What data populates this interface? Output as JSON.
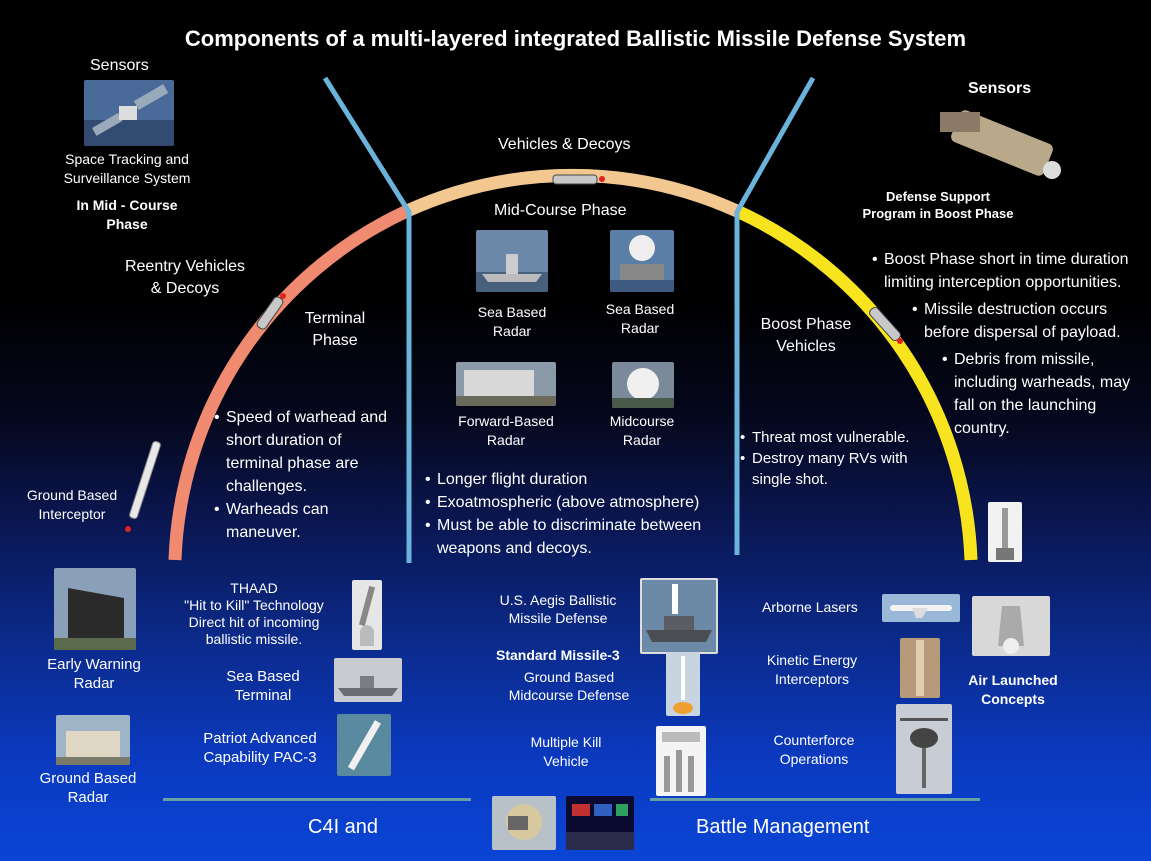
{
  "title": "Components of a multi-layered integrated Ballistic Missile Defense System",
  "sensors_left": {
    "heading": "Sensors",
    "line1": "Space Tracking and",
    "line2": "Surveillance System",
    "bold1": "In Mid - Course",
    "bold2": "Phase"
  },
  "sensors_right": {
    "heading": "Sensors",
    "line1": "Defense Support",
    "line2": "Program in Boost Phase"
  },
  "vehicles_decoys": "Vehicles & Decoys",
  "midcourse_phase": "Mid-Course Phase",
  "reentry": {
    "line1": "Reentry Vehicles",
    "line2": "& Decoys"
  },
  "terminal_phase": {
    "line1": "Terminal",
    "line2": "Phase"
  },
  "boost_phase": {
    "line1": "Boost Phase",
    "line2": "Vehicles"
  },
  "radars": {
    "sea1": {
      "line1": "Sea Based",
      "line2": "Radar"
    },
    "sea2": {
      "line1": "Sea Based",
      "line2": "Radar"
    },
    "forward": {
      "line1": "Forward-Based",
      "line2": "Radar"
    },
    "midcourse": {
      "line1": "Midcourse",
      "line2": "Radar"
    }
  },
  "terminal_bullets": {
    "b1l1": "Speed of warhead and",
    "b1l2": "short duration of",
    "b1l3": "terminal phase are",
    "b1l4": "challenges.",
    "b2l1": "Warheads can",
    "b2l2": "maneuver."
  },
  "mid_bullets": {
    "b1": "Longer flight duration",
    "b2": "Exoatmospheric (above atmosphere)",
    "b3l1": "Must be able to discriminate between",
    "b3l2": "weapons and decoys."
  },
  "boost_bullets": {
    "b1": "Threat most vulnerable.",
    "b2l1": "Destroy many RVs with",
    "b2l2": "single shot."
  },
  "right_bullets": {
    "b1l1": "Boost Phase short in time duration",
    "b1l2": "limiting interception opportunities.",
    "b2l1": "Missile destruction occurs",
    "b2l2": "before dispersal of payload.",
    "b3l1": "Debris from missile,",
    "b3l2": "including warheads, may",
    "b3l3": "fall on the launching",
    "b3l4": "country."
  },
  "gbi": {
    "line1": "Ground Based",
    "line2": "Interceptor"
  },
  "early_warning": {
    "line1": "Early Warning",
    "line2": "Radar"
  },
  "ground_radar": {
    "line1": "Ground Based",
    "line2": "Radar"
  },
  "thaad": {
    "line1": "THAAD",
    "line2": "\"Hit to Kill\" Technology",
    "line3": "Direct hit of incoming",
    "line4": "ballistic missile."
  },
  "sea_terminal": {
    "line1": "Sea Based",
    "line2": "Terminal"
  },
  "patriot": {
    "line1": "Patriot Advanced",
    "line2": "Capability PAC-3"
  },
  "aegis": {
    "line1": "U.S. Aegis Ballistic",
    "line2": "Missile Defense"
  },
  "sm3": "Standard Missile-3",
  "gmd": {
    "line1": "Ground Based",
    "line2": "Midcourse Defense"
  },
  "mkv": {
    "line1": "Multiple Kill",
    "line2": "Vehicle"
  },
  "airborne_lasers": "Arborne Lasers",
  "kei": {
    "line1": "Kinetic Energy",
    "line2": "Interceptors"
  },
  "counterforce": {
    "line1": "Counterforce",
    "line2": "Operations"
  },
  "air_launched": {
    "line1": "Air Launched",
    "line2": "Concepts"
  },
  "c4i": "C4I   and",
  "battle": "Battle Management",
  "colors": {
    "terminal_arc": "#f08a70",
    "mid_arc": "#f2c890",
    "boost_arc": "#f8e41e",
    "divider": "#6ab4dc",
    "background_bottom": "#0a45d6"
  }
}
